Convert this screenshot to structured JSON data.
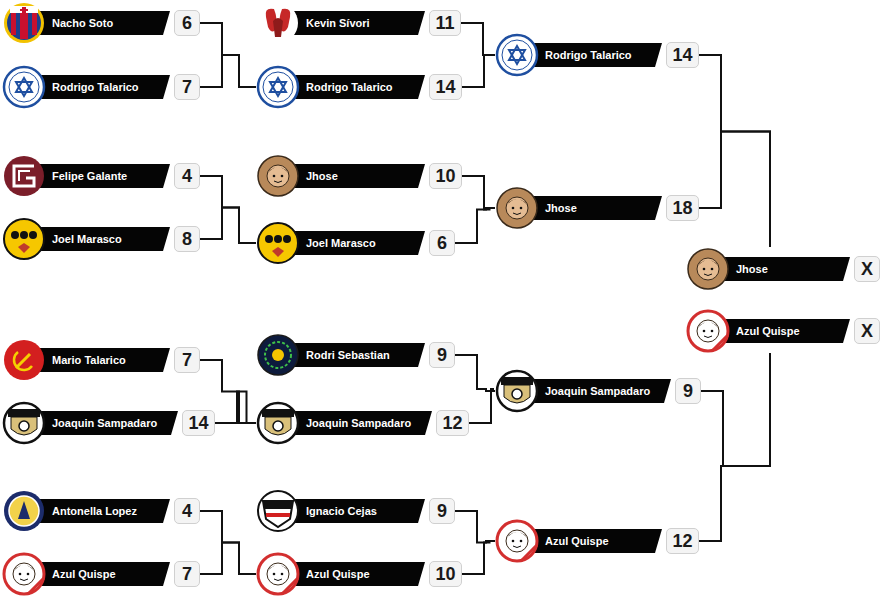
{
  "diagram": {
    "nodes": [
      {
        "text": [
          "Nacho Soto",
          "6"
        ]
      },
      {
        "text": [
          "Rodrigo Talarico",
          "7"
        ]
      },
      {
        "text": [
          "Felipe Galante",
          "4"
        ]
      },
      {
        "text": [
          "Joel Marasco",
          "8"
        ]
      },
      {
        "text": [
          "Mario Talarico",
          "7"
        ]
      },
      {
        "text": [
          "Joaquin Sampadaro",
          "14"
        ]
      },
      {
        "text": [
          "Antonella Lopez",
          "4"
        ]
      },
      {
        "text": [
          "Azul Quispe",
          "7"
        ]
      },
      {
        "text": [
          "Kevin Sívori",
          "11"
        ]
      },
      {
        "text": [
          "Rodrigo Talarico",
          "14"
        ]
      },
      {
        "text": [
          "Jhose",
          "10"
        ]
      },
      {
        "text": [
          "Joel Marasco",
          "6"
        ]
      },
      {
        "text": [
          "Rodri Sebastian",
          "9"
        ]
      },
      {
        "text": [
          "Joaquin Sampadaro",
          "12"
        ]
      },
      {
        "text": [
          "Ignacio Cejas",
          "9"
        ]
      },
      {
        "text": [
          "Azul Quispe",
          "10"
        ]
      },
      {
        "text": [
          "Rodrigo Talarico",
          "14"
        ]
      },
      {
        "text": [
          "Jhose",
          "18"
        ]
      },
      {
        "text": [
          "Joaquin Sampadaro",
          "9"
        ]
      },
      {
        "text": [
          "Azul Quispe",
          "12"
        ]
      },
      {
        "text": [
          "Jhose",
          "X"
        ]
      },
      {
        "text": [
          "Azul Quispe",
          "X"
        ]
      }
    ],
    "edges": [
      {
        "from": 0,
        "to": 9,
        "arrow": "none"
      },
      {
        "from": 1,
        "to": 9,
        "arrow": "none"
      },
      {
        "from": 2,
        "to": 11,
        "arrow": "none"
      },
      {
        "from": 3,
        "to": 11,
        "arrow": "none"
      },
      {
        "from": 4,
        "to": 13,
        "arrow": "none"
      },
      {
        "from": 5,
        "to": 13,
        "arrow": "none"
      },
      {
        "from": 6,
        "to": 15,
        "arrow": "none"
      },
      {
        "from": 7,
        "to": 15,
        "arrow": "none"
      },
      {
        "from": 8,
        "to": 16,
        "arrow": "none"
      },
      {
        "from": 9,
        "to": 16,
        "arrow": "none"
      },
      {
        "from": 10,
        "to": 17,
        "arrow": "none"
      },
      {
        "from": 11,
        "to": 17,
        "arrow": "none"
      },
      {
        "from": 12,
        "to": 18,
        "arrow": "none"
      },
      {
        "from": 13,
        "to": 18,
        "arrow": "none"
      },
      {
        "from": 14,
        "to": 19,
        "arrow": "none"
      },
      {
        "from": 15,
        "to": 19,
        "arrow": "none"
      },
      {
        "from": 16,
        "to": 20,
        "arrow": "none"
      },
      {
        "from": 17,
        "to": 20,
        "arrow": "none"
      },
      {
        "from": 18,
        "to": 21,
        "arrow": "none"
      },
      {
        "from": 19,
        "to": 21,
        "arrow": "none"
      }
    ]
  }
}
